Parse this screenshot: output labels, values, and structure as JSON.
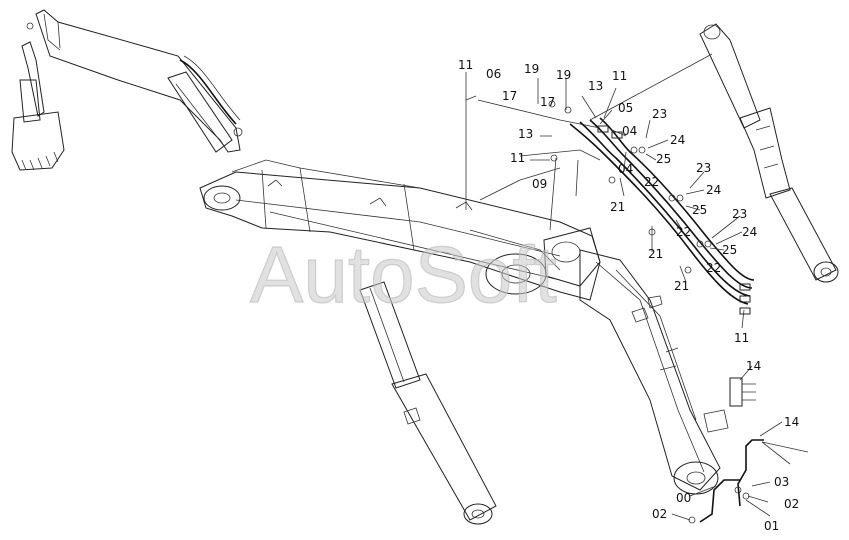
{
  "watermark": "AutoSoft",
  "callouts": {
    "c11_top": "11",
    "c06": "06",
    "c19_a": "19",
    "c19_b": "19",
    "c13_top": "13",
    "c11_top2": "11",
    "c17_a": "17",
    "c17_b": "17",
    "c05": "05",
    "c23_a": "23",
    "c13_mid": "13",
    "c04_a": "04",
    "c24_a": "24",
    "c11_mid": "11",
    "c25_a": "25",
    "c04_b": "04",
    "c09": "09",
    "c22_a": "22",
    "c23_b": "23",
    "c24_b": "24",
    "c21_a": "21",
    "c25_b": "25",
    "c23_c": "23",
    "c24_c": "24",
    "c21_b": "21",
    "c25_c": "25",
    "c22_b": "22",
    "c21_c": "21",
    "c11_bot": "11",
    "c14_a": "14",
    "c14_b": "14",
    "c03": "03",
    "c00": "00",
    "c02_a": "02",
    "c02_b": "02",
    "c01": "01"
  }
}
